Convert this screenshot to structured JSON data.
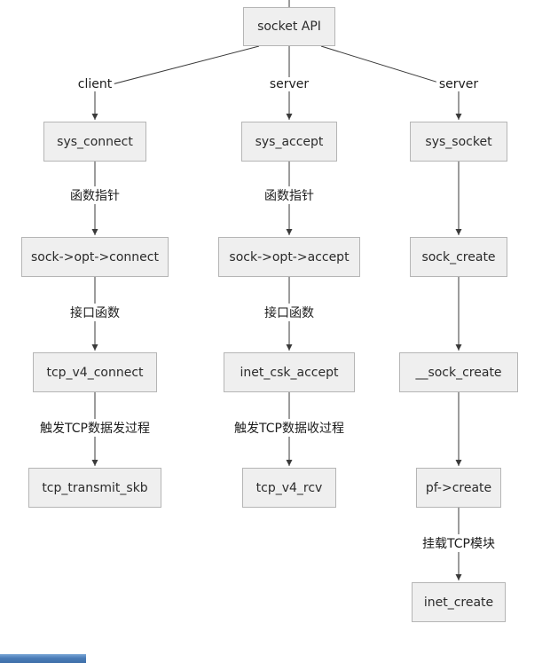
{
  "diagram": {
    "root": "socket API",
    "columns": [
      {
        "branch": "client",
        "nodes": [
          "sys_connect",
          "sock->opt->connect",
          "tcp_v4_connect",
          "tcp_transmit_skb"
        ],
        "labels": [
          "函数指针",
          "接口函数",
          "触发TCP数据发过程"
        ]
      },
      {
        "branch": "server",
        "nodes": [
          "sys_accept",
          "sock->opt->accept",
          "inet_csk_accept",
          "tcp_v4_rcv"
        ],
        "labels": [
          "函数指针",
          "接口函数",
          "触发TCP数据收过程"
        ]
      },
      {
        "branch": "server",
        "nodes": [
          "sys_socket",
          "sock_create",
          "__sock_create",
          "pf->create",
          "inet_create"
        ],
        "labels": [
          "挂载TCP模块"
        ]
      }
    ]
  },
  "chrome": {
    "bottom_bar_color": "#4a7cb8",
    "node_fill": "#efefef",
    "node_border": "#b5b5b5",
    "edge_color": "#3a3a3a"
  }
}
